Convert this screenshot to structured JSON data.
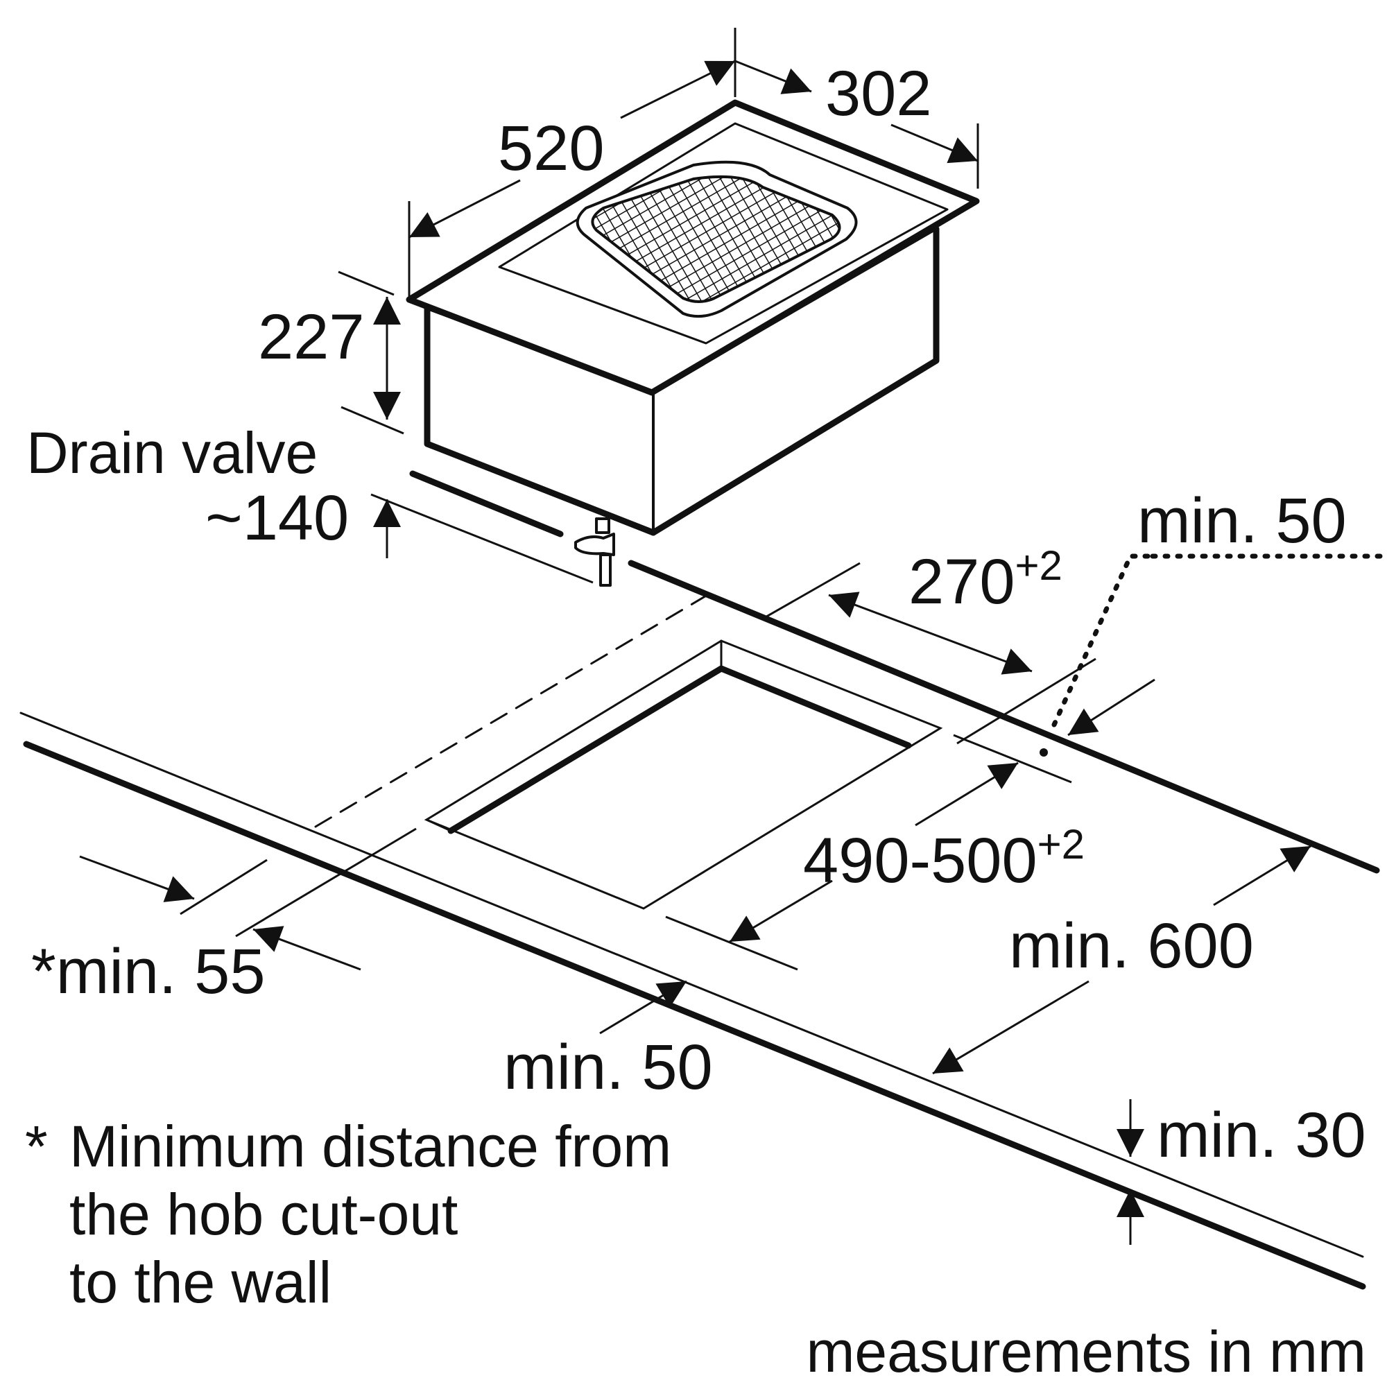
{
  "dimensions": {
    "width": "520",
    "depth": "302",
    "height": "227",
    "drain_valve_label": "Drain valve",
    "drain_valve_value": "~140",
    "cutout_depth": "270",
    "cutout_depth_tol": "+2",
    "cutout_width": "490-500",
    "cutout_width_tol": "+2",
    "min_side_right": "min. 50",
    "min_front": "min. 50",
    "min_rear_wall": "*min. 55",
    "min_cabinet": "min. 600",
    "min_worktop": "min. 30"
  },
  "footnote": {
    "star": "*",
    "line1": "Minimum distance from",
    "line2": "the hob cut-out",
    "line3": "to the wall"
  },
  "units_note": "measurements in mm",
  "colors": {
    "ink": "#111111",
    "background": "#ffffff"
  }
}
